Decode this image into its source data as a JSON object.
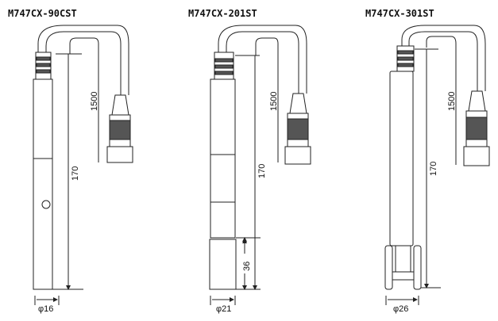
{
  "probes": [
    {
      "model": "M747CX-90CST",
      "cable_length": "1500",
      "length": "170",
      "diameter": "φ16"
    },
    {
      "model": "M747CX-201ST",
      "cable_length": "1500",
      "length": "170",
      "tip_length": "36",
      "diameter": "φ21"
    },
    {
      "model": "M747CX-301ST",
      "cable_length": "1500",
      "length": "170",
      "diameter": "φ26"
    }
  ]
}
